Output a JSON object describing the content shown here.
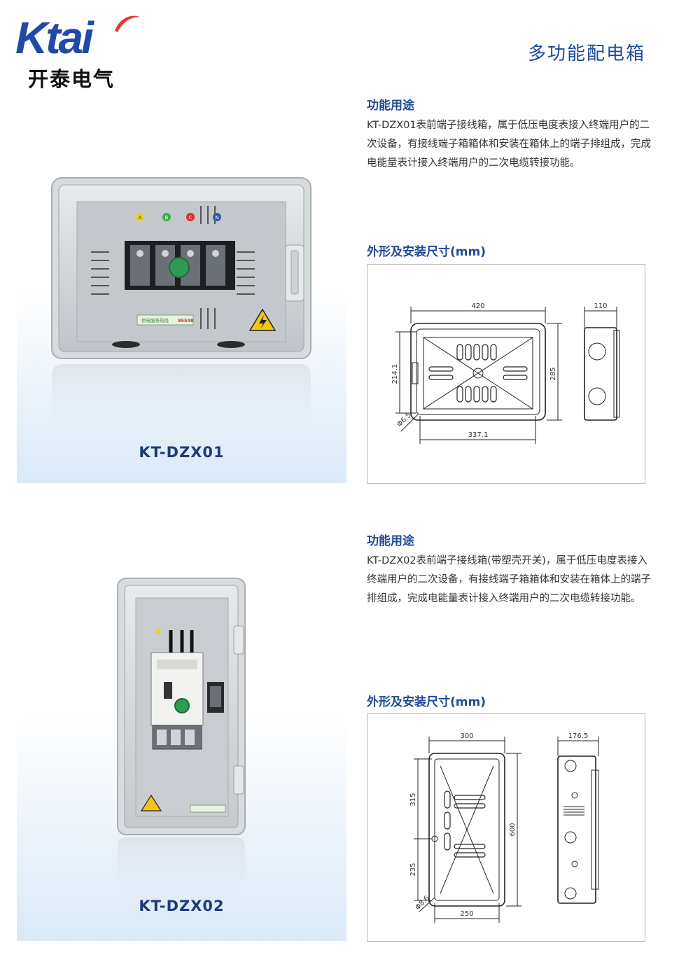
{
  "brand": {
    "logo_text": "Ktai",
    "name_cn": "开泰电气"
  },
  "page_title": "多功能配电箱",
  "products": [
    {
      "model": "KT-DZX01",
      "function_title": "功能用途",
      "description": "KT-DZX01表前端子接线箱，属于低压电度表接入终端用户的二次设备，有接线端子箱箱体和安装在箱体上的端子排组成，完成电能量表计接入终端用户的二次电缆转接功能。",
      "dimension_title": "外形及安装尺寸(mm)",
      "dims": {
        "width": "420",
        "depth": "110",
        "height": "285",
        "mount_v": "214.1",
        "mount_h": "337.1",
        "hole": "Φ6.5"
      },
      "photo_labels": {
        "phase_a": "A",
        "phase_b": "B",
        "phase_c": "C",
        "neutral": "N",
        "hotline": "供电服务热线",
        "hotline_no": "95598"
      }
    },
    {
      "model": "KT-DZX02",
      "function_title": "功能用途",
      "description": "KT-DZX02表前端子接线箱(带塑壳开关)，属于低压电度表接入终端用户的二次设备，有接线端子箱箱体和安装在箱体上的端子排组成，完成电能量表计接入终端用户的二次电缆转接功能。",
      "dimension_title": "外形及安装尺寸(mm)",
      "dims": {
        "width": "300",
        "depth": "176.5",
        "height": "600",
        "mount_top": "315",
        "mount_bottom": "235",
        "mount_h": "250",
        "hole": "Φ8.6"
      }
    }
  ],
  "colors": {
    "brand_blue": "#1f4aa8",
    "title_blue": "#1f4a9a",
    "model_blue": "#1b3b7a",
    "logo_red": "#e03a2f"
  }
}
